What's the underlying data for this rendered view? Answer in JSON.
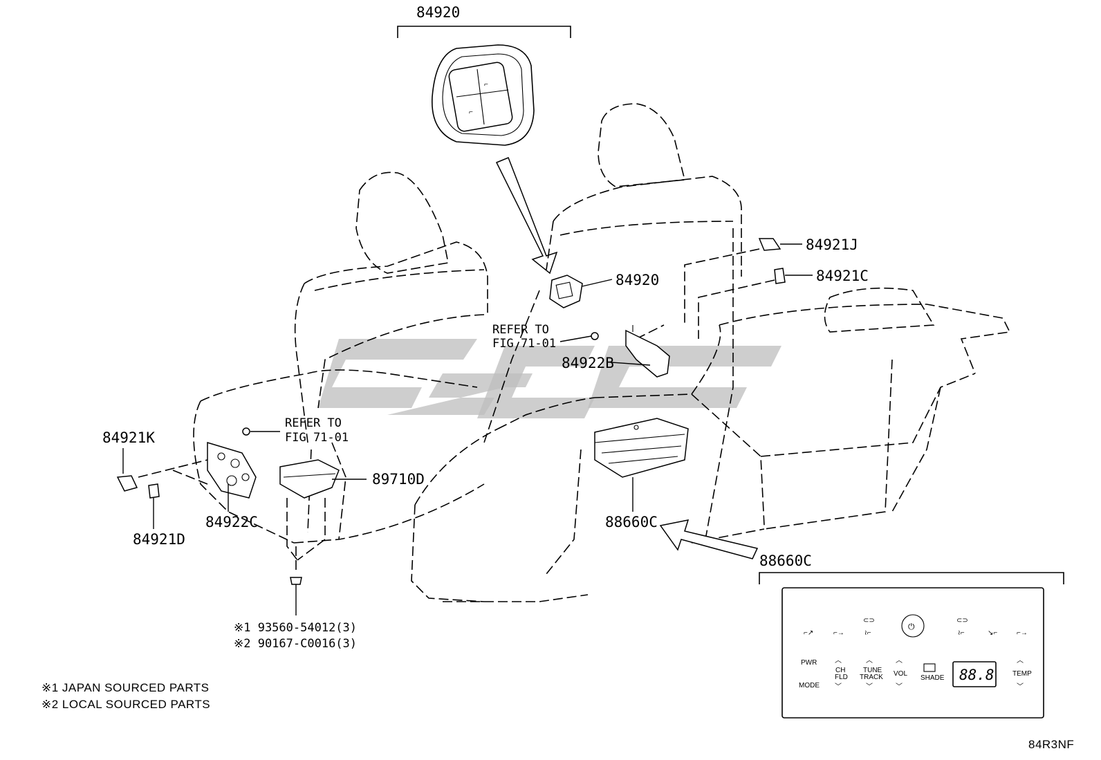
{
  "callouts": {
    "top_84920": "84920",
    "p84920": "84920",
    "p84921J": "84921J",
    "p84921C": "84921C",
    "p84922B": "84922B",
    "refer1_line1": "REFER TO",
    "refer1_line2": "FIG 71-01",
    "refer2_line1": "REFER TO",
    "refer2_line2": "FIG 71-01",
    "p84921K": "84921K",
    "p84921D": "84921D",
    "p84922C": "84922C",
    "p89710D": "89710D",
    "p88660C_part": "88660C",
    "p88660C_detail": "88660C",
    "bolt1": "※1 93560-54012(3)",
    "bolt2": "※2 90167-C0016(3)"
  },
  "notes": {
    "note1": "※1 JAPAN SOURCED PARTS",
    "note2": "※2 LOCAL SOURCED PARTS"
  },
  "panel": {
    "pwr": "PWR",
    "mode": "MODE",
    "ch": "CH",
    "fld": "FLD",
    "tune": "TUNE",
    "track": "TRACK",
    "vol": "VOL",
    "shade": "SHADE",
    "display": "88.8",
    "temp": "TEMP"
  },
  "figure_code": "84R3NF",
  "icons": [
    "power-icon",
    "seat-recline-icon",
    "seat-heater-icon",
    "seat-fan-icon",
    "arrow-up-icon",
    "arrow-down-icon",
    "shade-icon"
  ]
}
